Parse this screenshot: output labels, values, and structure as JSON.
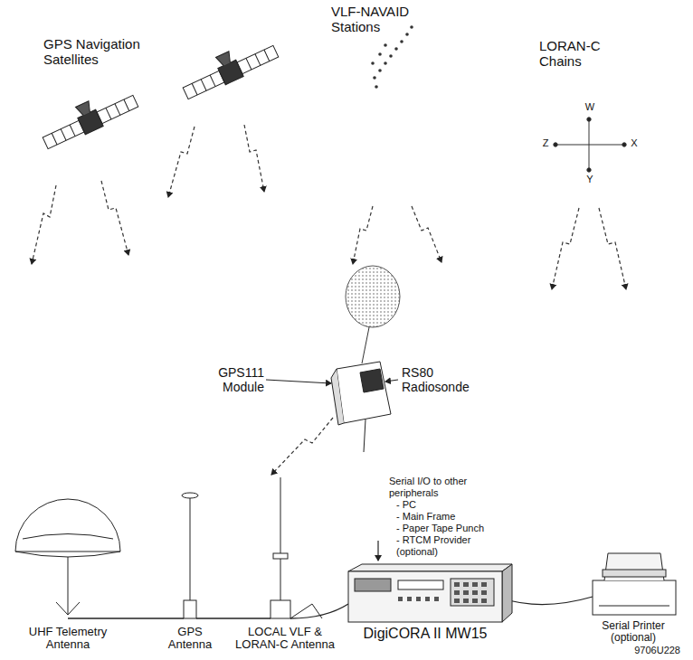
{
  "diagram": {
    "labels": [
      "GPS Navigation Satellites",
      "VLF-NAVAID Stations",
      "LORAN-C Chains",
      "W",
      "Z",
      "X",
      "Y",
      "GPS111 Module",
      "RS80 Radiosonde",
      "Serial I/O to other peripherals",
      "- PC",
      "- Main Frame",
      "- Paper Tape Punch",
      "- RTCM Provider (optional)",
      "UHF Telemetry Antenna",
      "GPS Antenna",
      "LOCAL VLF & LORAN-C Antenna",
      "DigiCORA II MW15",
      "Serial Printer (optional)",
      "9706U228"
    ]
  }
}
